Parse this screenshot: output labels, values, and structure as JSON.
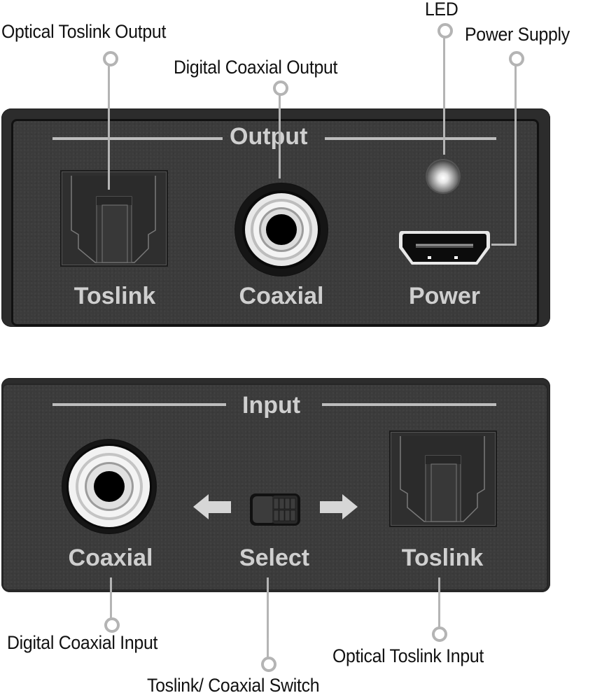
{
  "callouts": {
    "optical_toslink_output": "Optical Toslink Output",
    "digital_coaxial_output": "Digital Coaxial Output",
    "led": "LED",
    "power_supply": "Power Supply",
    "digital_coaxial_input": "Digital Coaxial Input",
    "toslink_coaxial_switch": "Toslink/ Coaxial Switch",
    "optical_toslink_input": "Optical Toslink Input"
  },
  "output_panel": {
    "title": "Output",
    "ports": {
      "toslink": "Toslink",
      "coaxial": "Coaxial",
      "power": "Power"
    }
  },
  "input_panel": {
    "title": "Input",
    "ports": {
      "coaxial": "Coaxial",
      "select": "Select",
      "toslink": "Toslink"
    },
    "switch": {
      "position": "right",
      "left_arrow": "arrow-left-icon",
      "right_arrow": "arrow-right-icon"
    }
  },
  "colors": {
    "panel": "#3a3a3a",
    "panel_text": "#cfcfcf",
    "callout_line": "#b4b4b4",
    "callout_text": "#111111"
  }
}
